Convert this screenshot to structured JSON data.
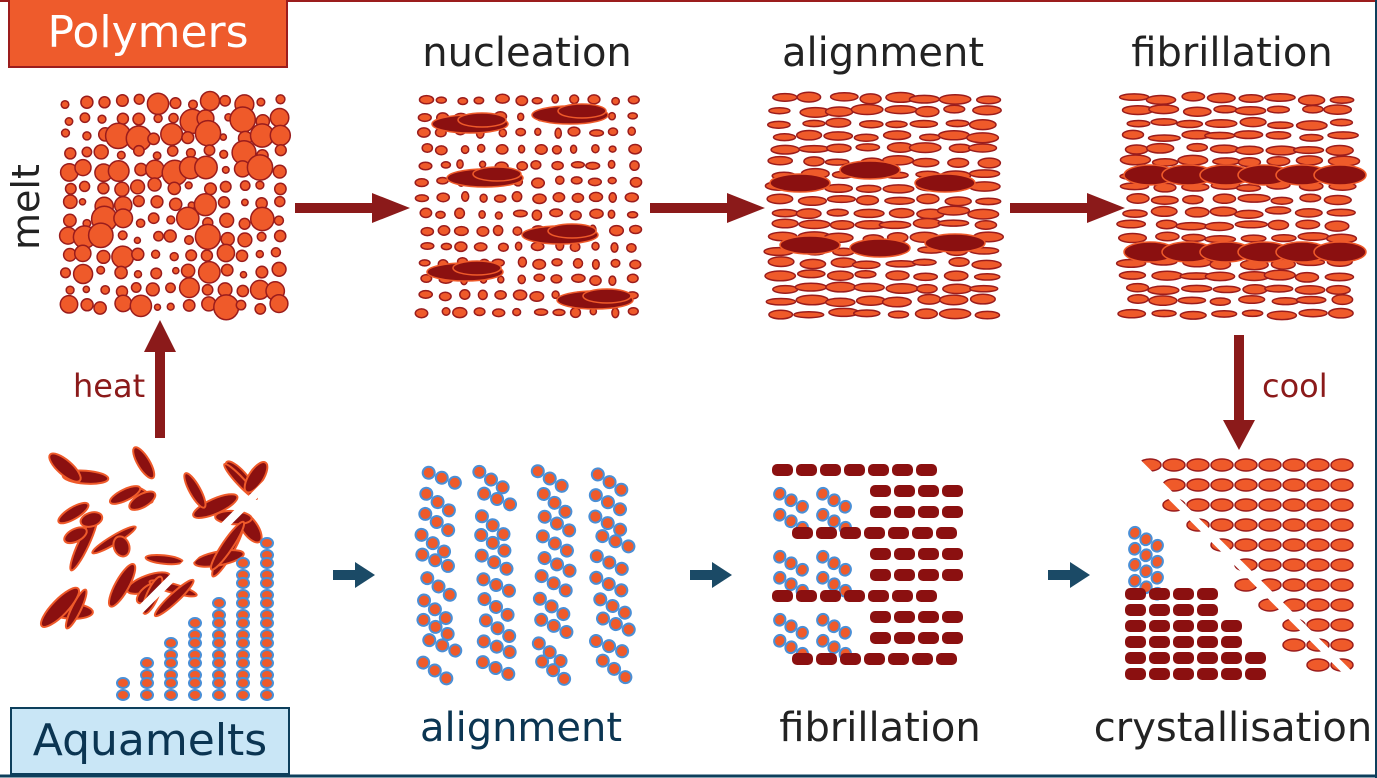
{
  "labels": {
    "polymers": "Polymers",
    "aquamelts": "Aquamelts",
    "melt": "melt",
    "heat": "heat",
    "cool": "cool",
    "top_stages": [
      "nucleation",
      "alignment",
      "fibrillation"
    ],
    "bottom_stages": [
      "alignment",
      "fibrillation",
      "crystallisation"
    ]
  },
  "colors": {
    "particle_fill": "#ef5a2a",
    "particle_stroke": "#9a1c1c",
    "dark_fibril": "#8b1010",
    "aqua_outline": "#4a8fd6",
    "arrow_red": "#8b1a1a",
    "arrow_blue": "#1b4a66",
    "frame_top": "#9b1d1d",
    "frame_bottom": "#0d3f5c"
  },
  "icons": {
    "flow_arrow": "right-arrow-icon",
    "heat_arrow": "up-arrow-icon",
    "cool_arrow": "down-arrow-icon"
  }
}
